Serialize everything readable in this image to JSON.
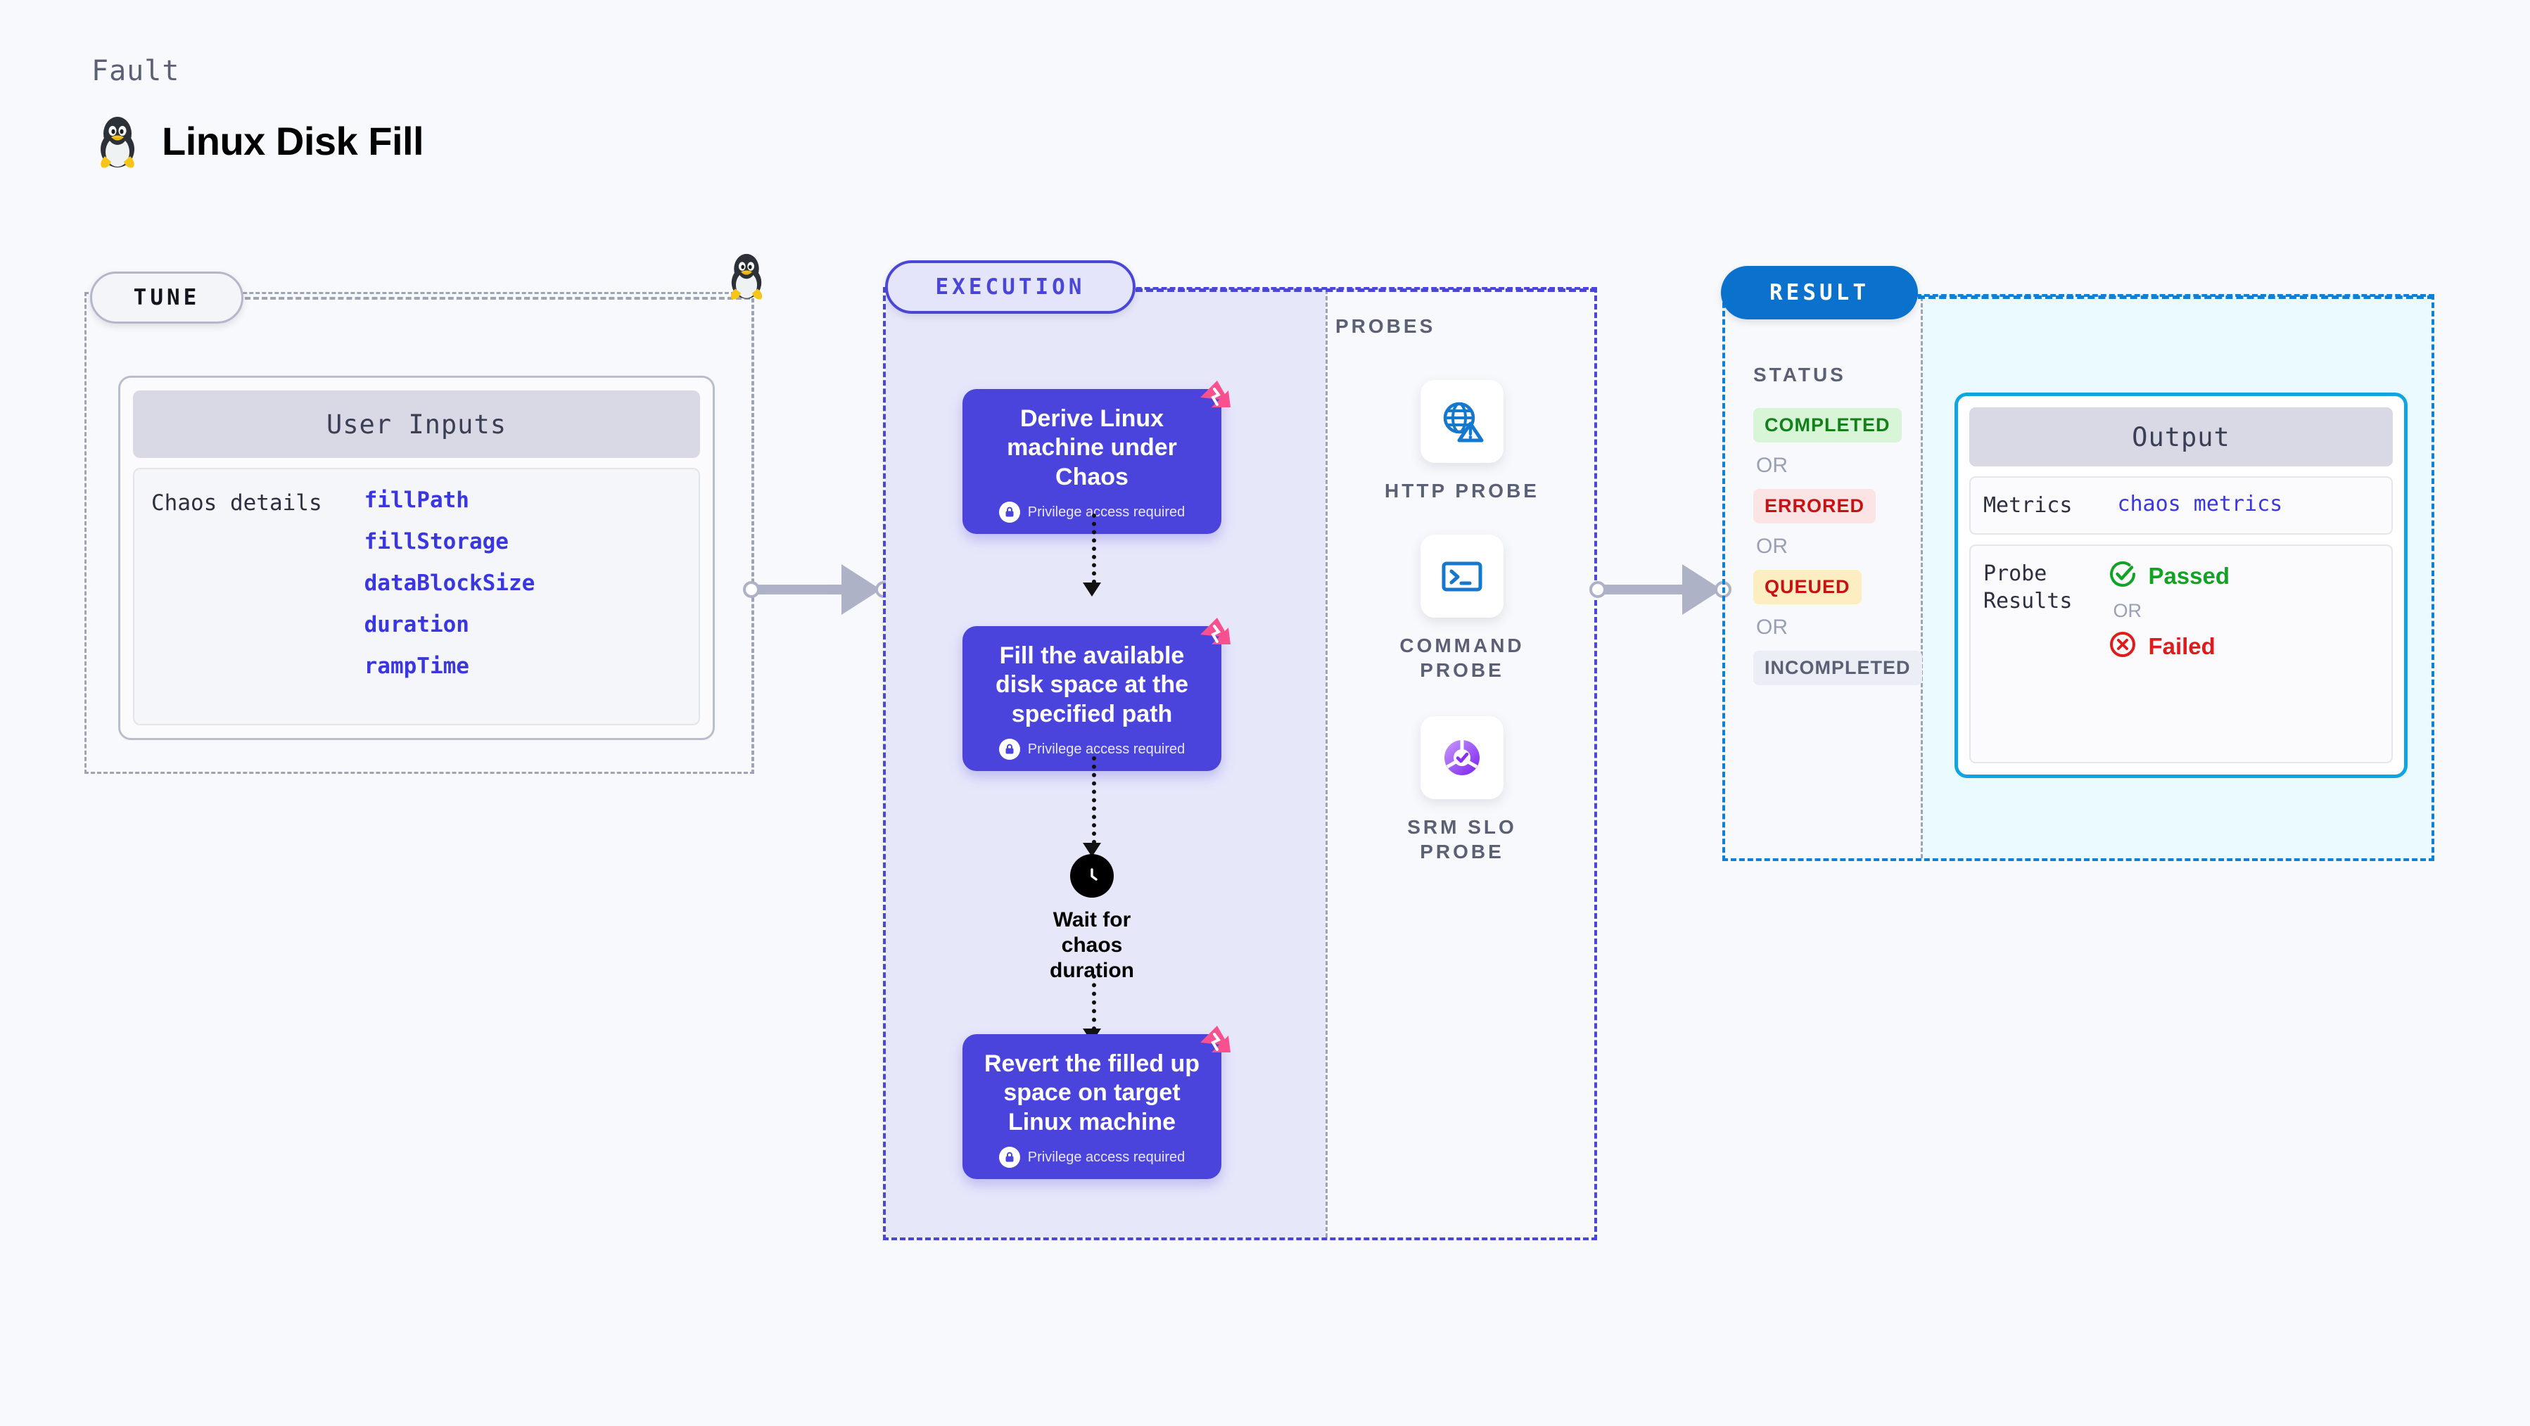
{
  "header": {
    "eyebrow": "Fault",
    "title": "Linux Disk Fill",
    "icon": "tux-linux-penguin-icon"
  },
  "sections": {
    "tune_label": "TUNE",
    "execution_label": "EXECUTION",
    "probes_label": "PROBES",
    "result_label": "RESULT"
  },
  "tune": {
    "card_title": "User Inputs",
    "group_label": "Chaos details",
    "fields": [
      "fillPath",
      "fillStorage",
      "dataBlockSize",
      "duration",
      "rampTime"
    ]
  },
  "execution": {
    "privilege_note": "Privilege access required",
    "steps": [
      {
        "title": "Derive Linux machine under Chaos",
        "privilege": true,
        "badge": "litmus-chaos-badge-icon"
      },
      {
        "title": "Fill the available disk space at the specified path",
        "privilege": true,
        "badge": "litmus-chaos-badge-icon"
      },
      {
        "title": "Revert the filled up space on target Linux machine",
        "privilege": true,
        "badge": "litmus-chaos-badge-icon"
      }
    ],
    "wait_node": {
      "label": "Wait for chaos duration",
      "icon": "clock-icon"
    }
  },
  "probes": [
    {
      "label": "HTTP PROBE",
      "icon": "globe-warning-icon"
    },
    {
      "label": "COMMAND PROBE",
      "icon": "terminal-prompt-icon"
    },
    {
      "label": "SRM SLO PROBE",
      "icon": "slo-donut-check-icon"
    }
  ],
  "result": {
    "status_title": "STATUS",
    "or_label": "OR",
    "statuses": [
      {
        "label": "COMPLETED",
        "style": "b-completed"
      },
      {
        "label": "ERRORED",
        "style": "b-errored"
      },
      {
        "label": "QUEUED",
        "style": "b-queued"
      },
      {
        "label": "INCOMPLETED",
        "style": "b-incompleted"
      }
    ],
    "output": {
      "card_title": "Output",
      "metrics_key": "Metrics",
      "metrics_value": "chaos metrics",
      "probe_key": "Probe\nResults",
      "probe_pass": "Passed",
      "probe_fail": "Failed",
      "or_label": "OR"
    }
  },
  "colors": {
    "page_bg": "#f8f9fc",
    "tune_border": "#9ea3b6",
    "execution_accent": "#4a47d6",
    "execution_fill": "#e7e7fa",
    "result_accent": "#1180d4",
    "result_fill": "#eafaff",
    "result_pill": "#0a72cd",
    "step_card": "#4a44dd",
    "field_text": "#3b37e0",
    "chaos_badge": "#f9508f",
    "arrow": "#aeb2c6",
    "output_border": "#0fa5e0",
    "pass_green": "#13a324",
    "fail_red": "#e01b1b"
  }
}
